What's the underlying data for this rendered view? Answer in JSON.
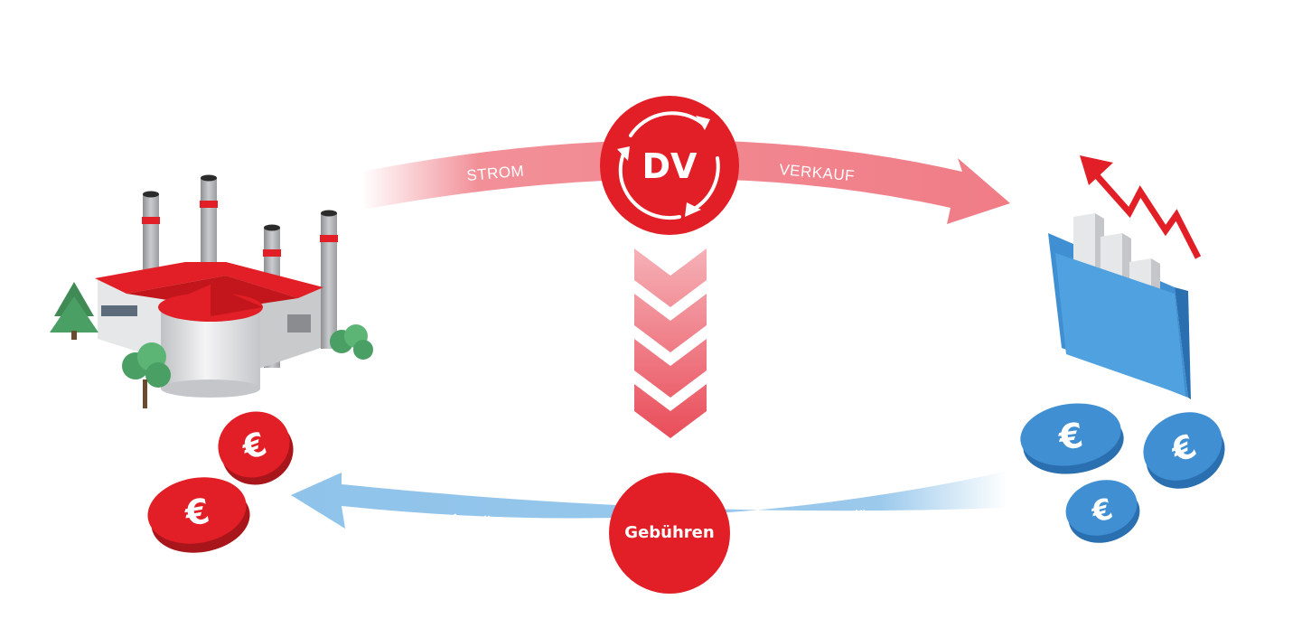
{
  "hub_top": {
    "label": "DV"
  },
  "hub_bottom": {
    "label": "Gebühren"
  },
  "flows": {
    "strom": "STROM",
    "verkauf": "VERKAUF",
    "anteil_erloes": "Anteil Erlös",
    "boersenerloes": "Börsenerlös"
  },
  "coins": {
    "symbol": "€"
  },
  "colors": {
    "red": "#e21f26",
    "red_arrow": "#f07c86",
    "blue_arrow": "#8fc3ea",
    "blue_coin": "#3f8fd2",
    "grey": "#a7a9ac"
  }
}
